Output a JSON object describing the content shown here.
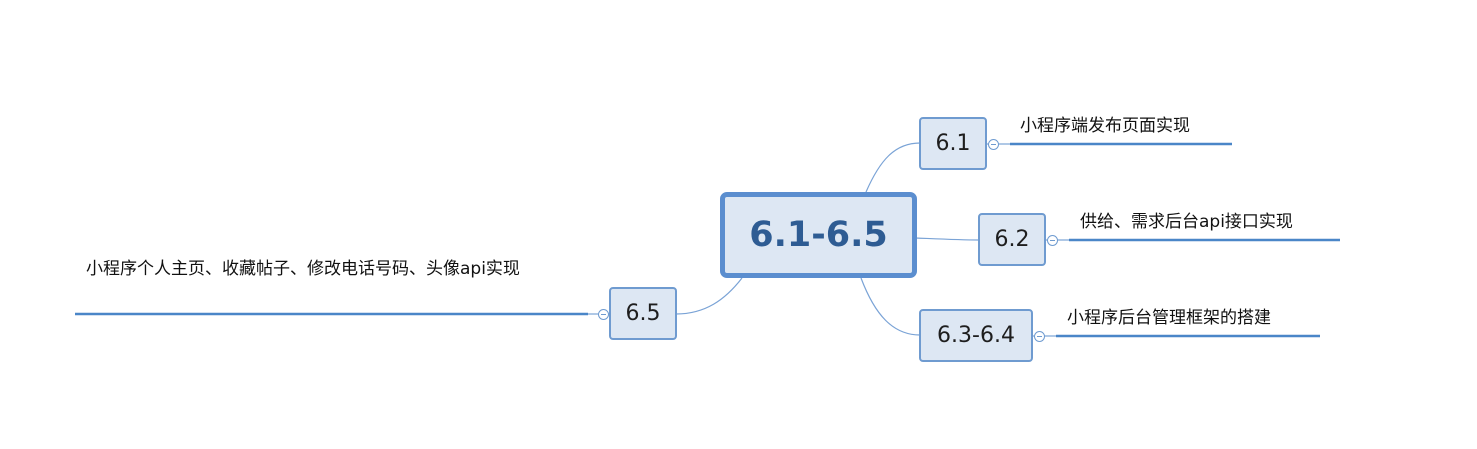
{
  "mindmap": {
    "central": {
      "label": "6.1-6.5"
    },
    "topics": [
      {
        "id": "t61",
        "label": "6.1",
        "note": "小程序端发布页面实现"
      },
      {
        "id": "t62",
        "label": "6.2",
        "note": "供给、需求后台api接口实现"
      },
      {
        "id": "t634",
        "label": "6.3-6.4",
        "note": "小程序后台管理框架的搭建"
      },
      {
        "id": "t65",
        "label": "6.5",
        "note": "小程序个人主页、收藏帖子、修改电话号码、头像api实现"
      }
    ]
  },
  "colors": {
    "node_fill": "#dde7f3",
    "node_border": "#6f9bd0",
    "central_border": "#5b8ecf",
    "central_text": "#2e5c93",
    "line": "#7aa3d6",
    "underline": "#4a86c8"
  }
}
